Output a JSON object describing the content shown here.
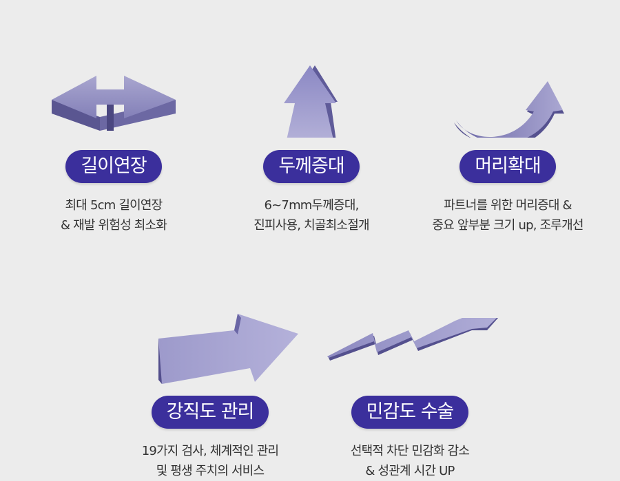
{
  "features": [
    {
      "title": "길이연장",
      "icon": "double-arrow-icon",
      "lines": [
        "최대 5cm 길이연장",
        "& 재발 위험성 최소화"
      ]
    },
    {
      "title": "두께증대",
      "icon": "up-arrow-icon",
      "lines": [
        "6~7mm두께증대,",
        "진피사용, 치골최소절개"
      ]
    },
    {
      "title": "머리확대",
      "icon": "curved-arrow-icon",
      "lines": [
        "파트너를 위한 머리증대 &",
        "중요 앞부분 크기 up, 조루개선"
      ]
    },
    {
      "title": "강직도 관리",
      "icon": "right-arrow-icon",
      "lines": [
        "19가지 검사, 체계적인 관리",
        "및 평생 주치의 서비스"
      ]
    },
    {
      "title": "민감도 수술",
      "icon": "zigzag-arrow-icon",
      "lines": [
        "선택적 차단 민감화 감소",
        "& 성관계 시간 UP"
      ]
    }
  ],
  "colors": {
    "pill_bg": "#3b2f9c",
    "arrow_light": "#a9a6cf",
    "arrow_mid": "#8b88bd",
    "arrow_dark": "#5a5691",
    "background": "#ececec"
  }
}
